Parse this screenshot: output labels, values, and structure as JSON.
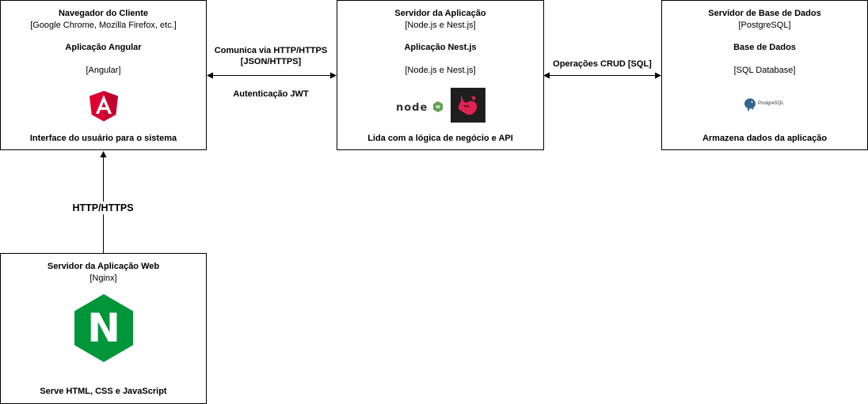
{
  "client": {
    "title": "Navegador do Cliente",
    "browsers": "[Google Chrome, Mozilla Firefox, etc.]",
    "app_title": "Aplicação Angular",
    "app_tech": "[Angular]",
    "footer": "Interface do usuário para o sistema"
  },
  "app_server": {
    "title": "Servidor da Aplicação",
    "tech": "[Node.js e Nest.js]",
    "app_title": "Aplicação Nest.js",
    "app_tech": "[Node.js e Nest.js]",
    "footer": "Lida com a lógica de negócio e API",
    "node_logo_text": "node"
  },
  "db_server": {
    "title": "Servidor de Base de Dados",
    "tech": "[PostgreSQL]",
    "db_title": "Base de Dados",
    "db_tech": "[SQL Database]",
    "footer": "Armazena dados da aplicação",
    "pg_logo_text": "PostgreSQL"
  },
  "web_server": {
    "title": "Servidor da Aplicação Web",
    "tech": "[Nginx]",
    "footer": "Serve HTML, CSS e JavaScript",
    "logo_letter": "N"
  },
  "edges": {
    "client_app_line1": "Comunica via HTTP/HTTPS",
    "client_app_line2": "[JSON/HTTPS]",
    "client_app_auth": "Autenticação JWT",
    "app_db": "Operações CRUD [SQL]",
    "web_client": "HTTP/HTTPS"
  },
  "colors": {
    "angular": "#dd0031",
    "nest_bg": "#1e1e1e",
    "nest": "#e0234e",
    "node": "#5fa04e",
    "nginx": "#009639",
    "postgres": "#336791"
  }
}
